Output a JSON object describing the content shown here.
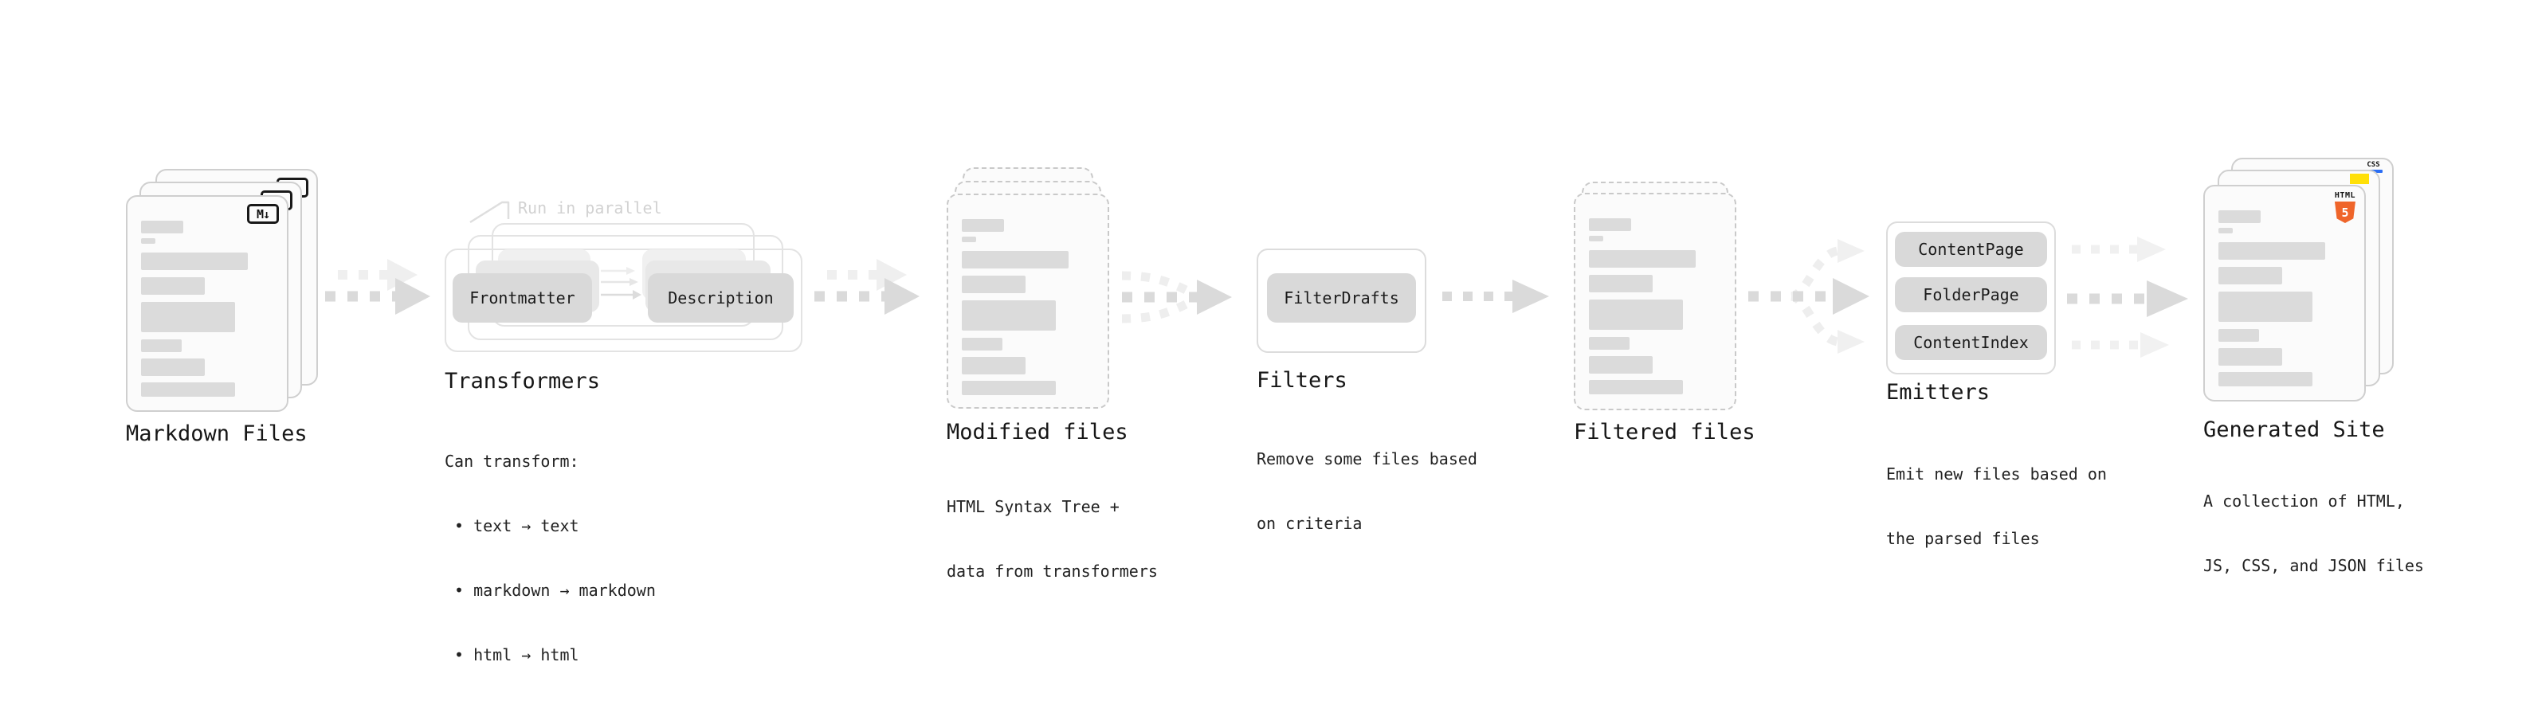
{
  "stages": {
    "markdown": {
      "label": "Markdown Files",
      "icon": "M↓"
    },
    "transformers": {
      "annotation": "Run in parallel",
      "steps": [
        "Frontmatter",
        "Description"
      ],
      "label": "Transformers",
      "desc_title": "Can transform:",
      "bullets": [
        "• text → text",
        "• markdown → markdown",
        "• html → html"
      ]
    },
    "modified": {
      "label": "Modified files",
      "desc": [
        "HTML Syntax Tree +",
        "data from transformers"
      ]
    },
    "filters": {
      "box": "FilterDrafts",
      "label": "Filters",
      "desc": [
        "Remove some files based",
        "on criteria"
      ]
    },
    "filtered": {
      "label": "Filtered files"
    },
    "emitters": {
      "boxes": [
        "ContentPage",
        "FolderPage",
        "ContentIndex"
      ],
      "label": "Emitters",
      "desc": [
        "Emit new files based on",
        "the parsed files"
      ]
    },
    "generated": {
      "label": "Generated Site",
      "desc": [
        "A collection of HTML,",
        "JS, CSS, and JSON files"
      ],
      "css_label": "CSS",
      "html_label": "HTML",
      "html5_number": "5"
    }
  },
  "colors": {
    "html5_orange": "#ef652a",
    "js_yellow": "#ffe008",
    "css_blue": "#2a6df4",
    "box_gray": "#d9d9d9",
    "arrow_dark": "#dadada",
    "arrow_light": "#efefef"
  }
}
